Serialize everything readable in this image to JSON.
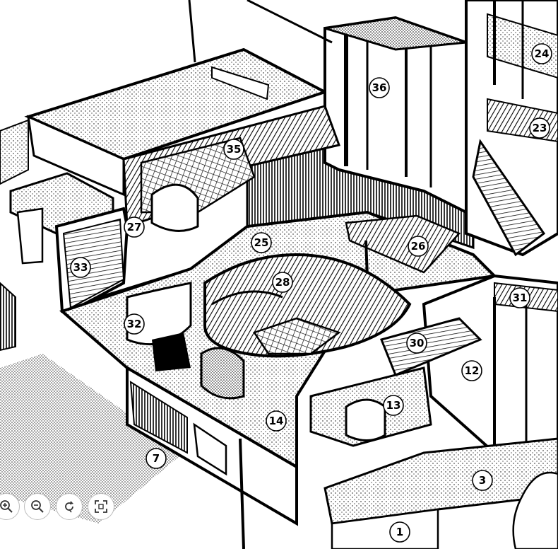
{
  "diagram": {
    "callouts": [
      {
        "id": "c24",
        "label": "24"
      },
      {
        "id": "c36",
        "label": "36"
      },
      {
        "id": "c23",
        "label": "23"
      },
      {
        "id": "c35",
        "label": "35"
      },
      {
        "id": "c27",
        "label": "27"
      },
      {
        "id": "c25",
        "label": "25"
      },
      {
        "id": "c26",
        "label": "26"
      },
      {
        "id": "c33",
        "label": "33"
      },
      {
        "id": "c28",
        "label": "28"
      },
      {
        "id": "c31",
        "label": "31"
      },
      {
        "id": "c32",
        "label": "32"
      },
      {
        "id": "c30",
        "label": "30"
      },
      {
        "id": "c12",
        "label": "12"
      },
      {
        "id": "c13",
        "label": "13"
      },
      {
        "id": "c14",
        "label": "14"
      },
      {
        "id": "c7",
        "label": "7"
      },
      {
        "id": "c3",
        "label": "3"
      },
      {
        "id": "c1",
        "label": "1"
      }
    ]
  },
  "controls": {
    "zoom_in": {
      "icon": "zoom-in-icon"
    },
    "zoom_out": {
      "icon": "zoom-out-icon"
    },
    "rotate": {
      "icon": "rotate-icon"
    },
    "fit": {
      "icon": "fit-screen-icon"
    }
  }
}
